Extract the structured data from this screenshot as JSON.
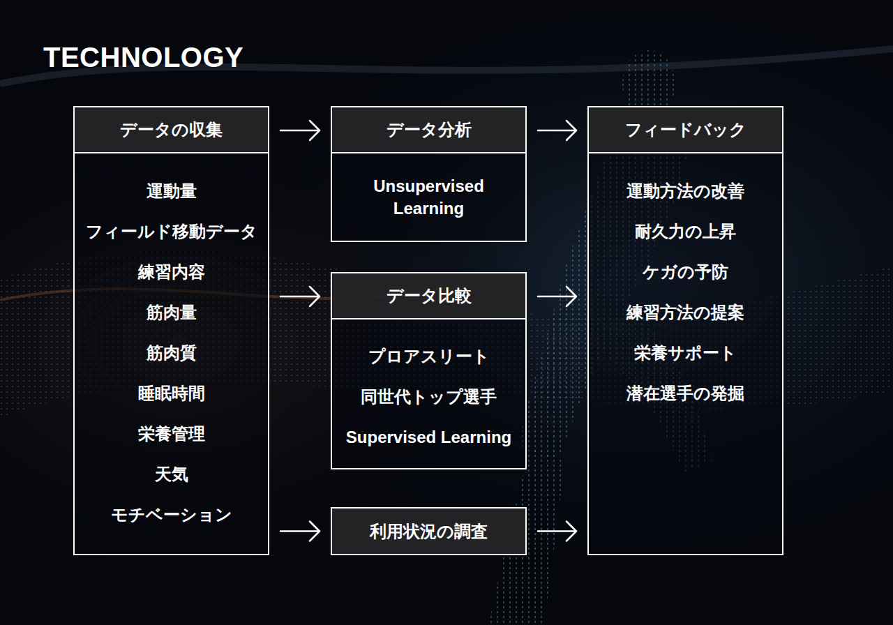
{
  "diagram": {
    "title": "TECHNOLOGY",
    "nodes": [
      {
        "text": [
          "データの収集",
          "運動量",
          "フィールド移動データ",
          "練習内容",
          "筋肉量",
          "筋肉質",
          "睡眠時間",
          "栄養管理",
          "天気",
          "モチベーション"
        ]
      },
      {
        "text": [
          "データ分析",
          "Unsupervised Learning"
        ]
      },
      {
        "text": [
          "データ比較",
          "プロアスリート",
          "同世代トップ選手",
          "Supervised Learning"
        ]
      },
      {
        "text": [
          "利用状況の調査"
        ]
      },
      {
        "text": [
          "フィードバック",
          "運動方法の改善",
          "耐久力の上昇",
          "ケガの予防",
          "練習方法の提案",
          "栄養サポート",
          "潜在選手の発掘"
        ]
      }
    ],
    "edges": [
      {
        "from": 0,
        "to": 1,
        "arrow": "to"
      },
      {
        "from": 0,
        "to": 2,
        "arrow": "to"
      },
      {
        "from": 0,
        "to": 3,
        "arrow": "to"
      },
      {
        "from": 1,
        "to": 4,
        "arrow": "to"
      },
      {
        "from": 2,
        "to": 4,
        "arrow": "to"
      },
      {
        "from": 3,
        "to": 4,
        "arrow": "to"
      }
    ]
  }
}
